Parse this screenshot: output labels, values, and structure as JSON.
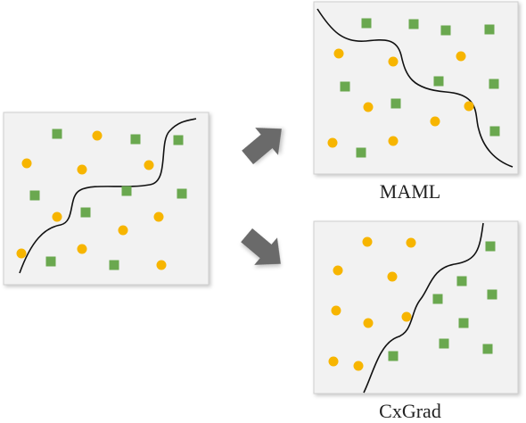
{
  "labels": {
    "maml": "MAML",
    "cxgrad": "CxGrad"
  },
  "colors": {
    "panel_fill": "#f2f2f2",
    "panel_border": "#cfcfcf",
    "square": "#6aa84f",
    "circle": "#f7b500",
    "boundary": "#111111",
    "arrow": "#6b6b6b"
  },
  "panels": {
    "source": {
      "squares": 9,
      "circles": 10
    },
    "maml": {
      "squares": 10,
      "circles": 8
    },
    "cxgrad": {
      "squares": 8,
      "circles": 9
    }
  },
  "icons": [
    "arrow-up-right-icon",
    "arrow-down-right-icon"
  ]
}
